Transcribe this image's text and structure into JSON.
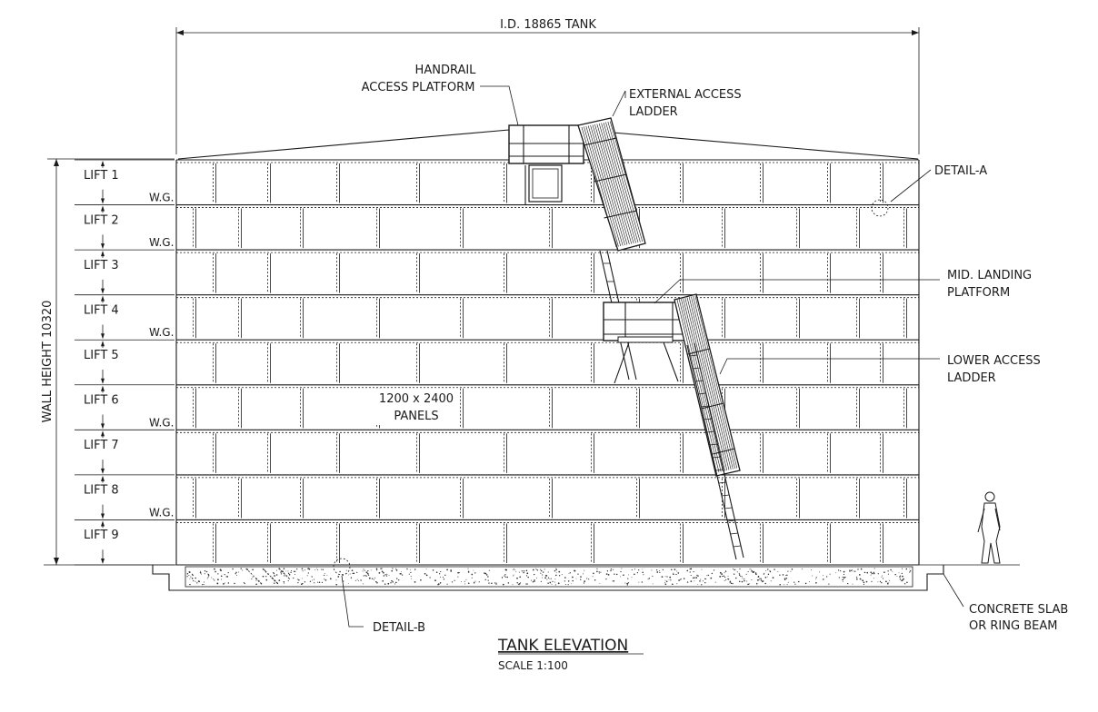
{
  "drawing": {
    "title": "TANK ELEVATION",
    "scale": "SCALE 1:100",
    "dimension_top": "I.D. 18865 TANK",
    "dimension_left": "WALL HEIGHT 10320",
    "panels_label_line1": "1200 x 2400",
    "panels_label_line2": "PANELS"
  },
  "lifts": [
    "LIFT 1",
    "LIFT 2",
    "LIFT 3",
    "LIFT 4",
    "LIFT 5",
    "LIFT 6",
    "LIFT 7",
    "LIFT 8",
    "LIFT 9"
  ],
  "wind_girder": {
    "label": "W.G.",
    "lifts_marked": [
      1,
      2,
      4,
      6,
      8
    ]
  },
  "callouts": {
    "handrail_line1": "HANDRAIL",
    "handrail_line2": "ACCESS PLATFORM",
    "external_ladder_line1": "EXTERNAL ACCESS",
    "external_ladder_line2": "LADDER",
    "detail_a": "DETAIL-A",
    "mid_landing_line1": "MID. LANDING",
    "mid_landing_line2": "PLATFORM",
    "lower_ladder_line1": "LOWER ACCESS",
    "lower_ladder_line2": "LADDER",
    "concrete_line1": "CONCRETE SLAB",
    "concrete_line2": "OR RING BEAM",
    "detail_b": "DETAIL-B"
  }
}
